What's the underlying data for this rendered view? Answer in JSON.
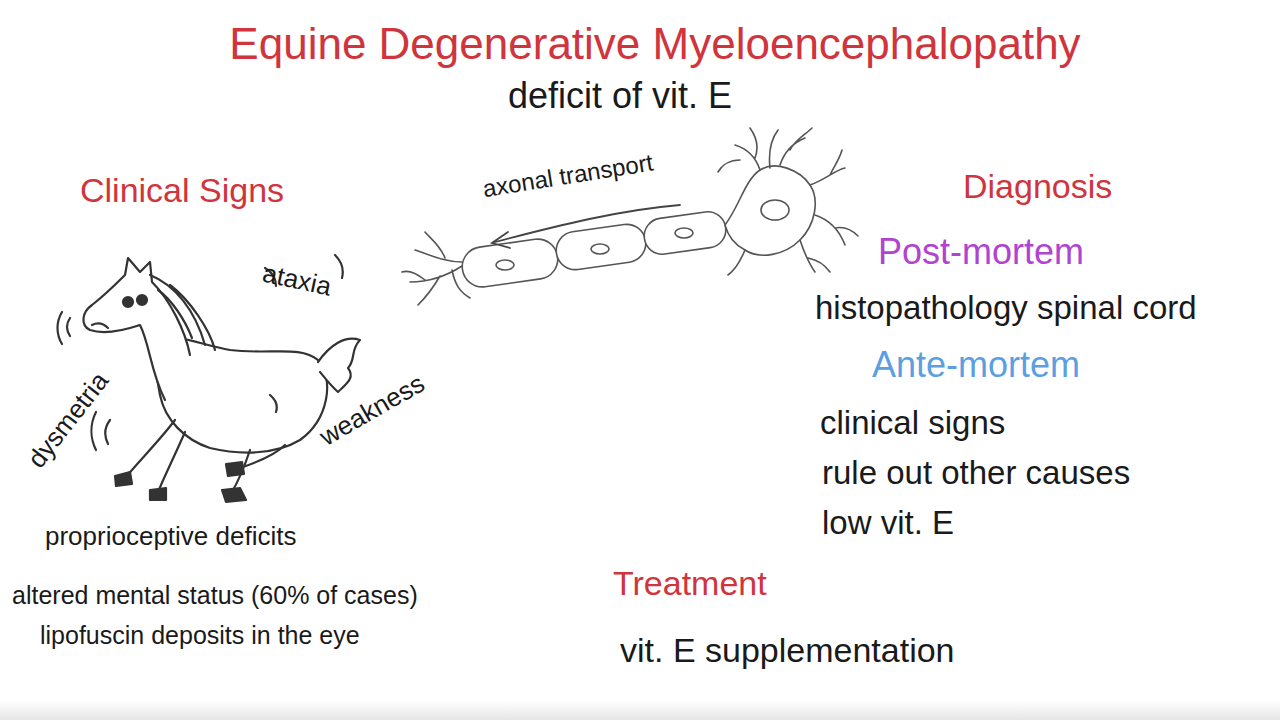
{
  "diagram": {
    "title": "Equine Degenerative Myeloencephalopathy",
    "labels": [
      "deficit of vit. E",
      "Clinical Signs",
      "ataxia",
      "dysmetria",
      "weakness",
      "proprioceptive deficits",
      "altered mental status (60% of cases)",
      "lipofuscin deposits in the eye",
      "axonal transport",
      "Diagnosis",
      "Post-mortem",
      "histopathology spinal cord",
      "Ante-mortem",
      "clinical signs",
      "rule out other causes",
      "low vit. E",
      "Treatment",
      "vit. E supplementation"
    ]
  }
}
